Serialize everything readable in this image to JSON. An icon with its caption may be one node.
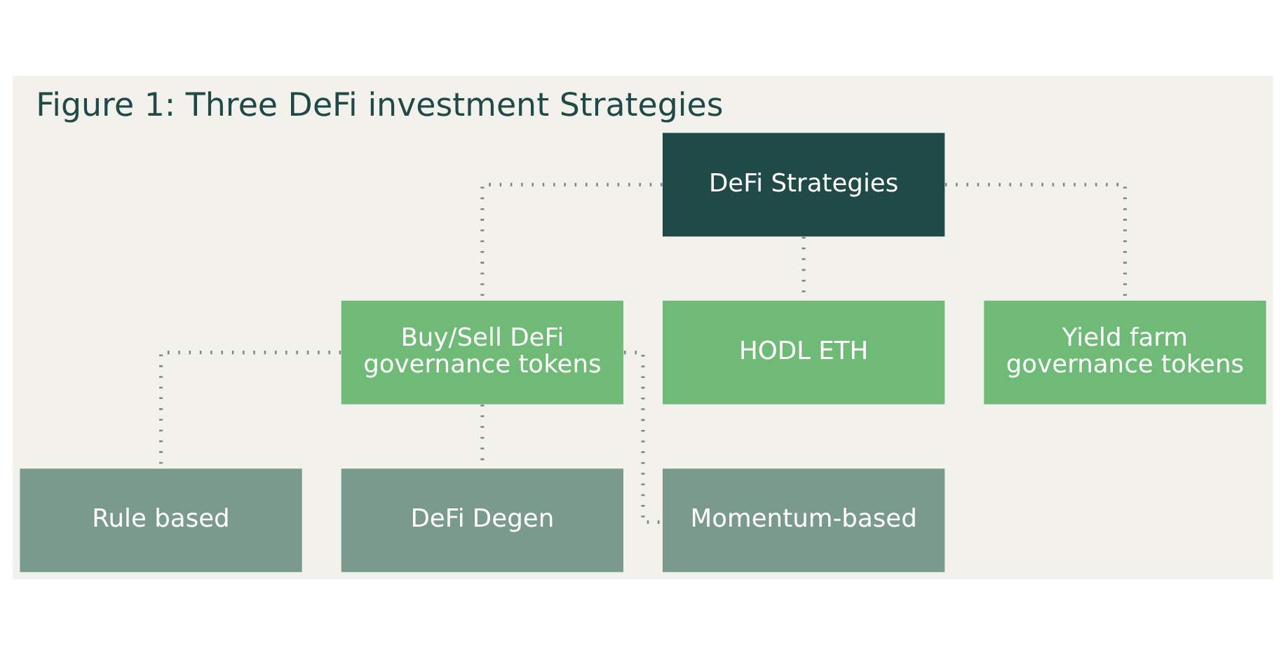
{
  "diagram": {
    "title": "Figure 1: Three DeFi investment Strategies",
    "nodes": [
      {
        "text": [
          "DeFi Strategies"
        ]
      },
      {
        "text": [
          "Buy/Sell DeFi governance tokens"
        ]
      },
      {
        "text": [
          "HODL ETH"
        ]
      },
      {
        "text": [
          "Yield farm governance tokens"
        ]
      },
      {
        "text": [
          "Rule based"
        ]
      },
      {
        "text": [
          "DeFi Degen"
        ]
      },
      {
        "text": [
          "Momentum-based"
        ]
      }
    ],
    "edges": [
      {
        "from": 0,
        "to": 1,
        "arrow": "none",
        "style": "dashed"
      },
      {
        "from": 0,
        "to": 2,
        "arrow": "none",
        "style": "dashed"
      },
      {
        "from": 0,
        "to": 3,
        "arrow": "none",
        "style": "dashed"
      },
      {
        "from": 1,
        "to": 4,
        "arrow": "none",
        "style": "dashed"
      },
      {
        "from": 1,
        "to": 5,
        "arrow": "none",
        "style": "dashed"
      },
      {
        "from": 1,
        "to": 6,
        "arrow": "none",
        "style": "dashed"
      }
    ]
  }
}
